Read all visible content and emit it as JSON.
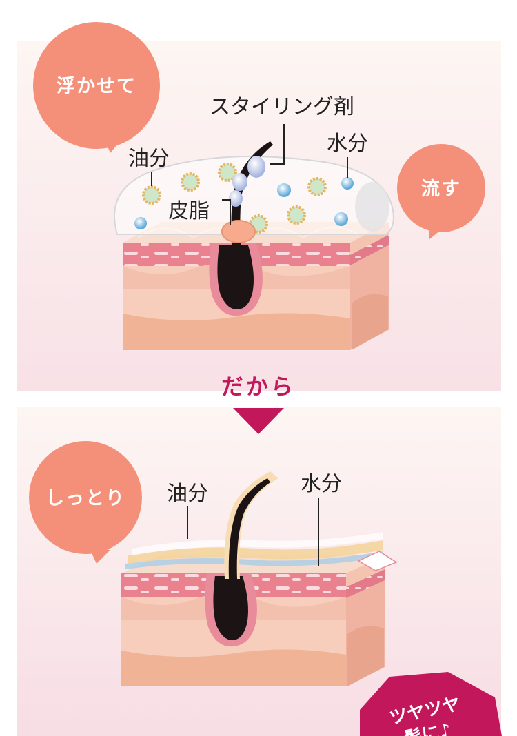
{
  "top_diagram": {
    "bubble_left": "浮かせて",
    "bubble_right": "流す",
    "label_styling": "スタイリング剤",
    "label_oil": "油分",
    "label_water": "水分",
    "label_sebum": "皮脂"
  },
  "connector": {
    "text": "だから"
  },
  "bottom_diagram": {
    "bubble_left": "しっとり",
    "label_oil": "油分",
    "label_water": "水分",
    "badge_line1": "ツヤツヤ",
    "badge_line2": "髪に♪"
  },
  "colors": {
    "bubble": "#f4907a",
    "accent": "#c2185b",
    "skin": "#f7c9b9",
    "skin_dark": "#eba48f",
    "dermis_band": "#e6798a",
    "hair": "#1c1414"
  }
}
